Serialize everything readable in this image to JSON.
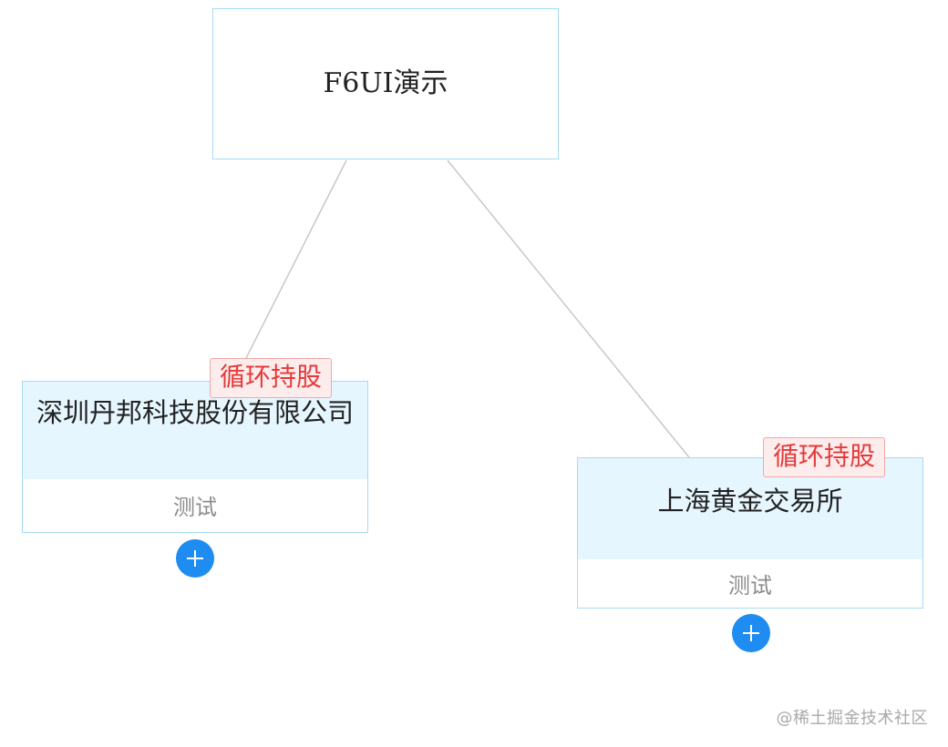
{
  "diagram": {
    "root": {
      "title": "F6UI演示"
    },
    "children": [
      {
        "name": "深圳丹邦科技股份有限公司",
        "subtitle": "测试",
        "badge": "循环持股",
        "expand_icon": "plus-icon"
      },
      {
        "name": "上海黄金交易所",
        "subtitle": "测试",
        "badge": "循环持股",
        "expand_icon": "plus-icon"
      }
    ],
    "colors": {
      "node_border": "#a6dbf2",
      "node_header_bg": "#e6f6fe",
      "badge_text": "#e33b3b",
      "badge_bg": "#fdecec",
      "badge_border": "#f2a7a7",
      "expand_button": "#1e8cf0",
      "edge": "#c8c8c8"
    }
  },
  "watermark": "@稀土掘金技术社区"
}
